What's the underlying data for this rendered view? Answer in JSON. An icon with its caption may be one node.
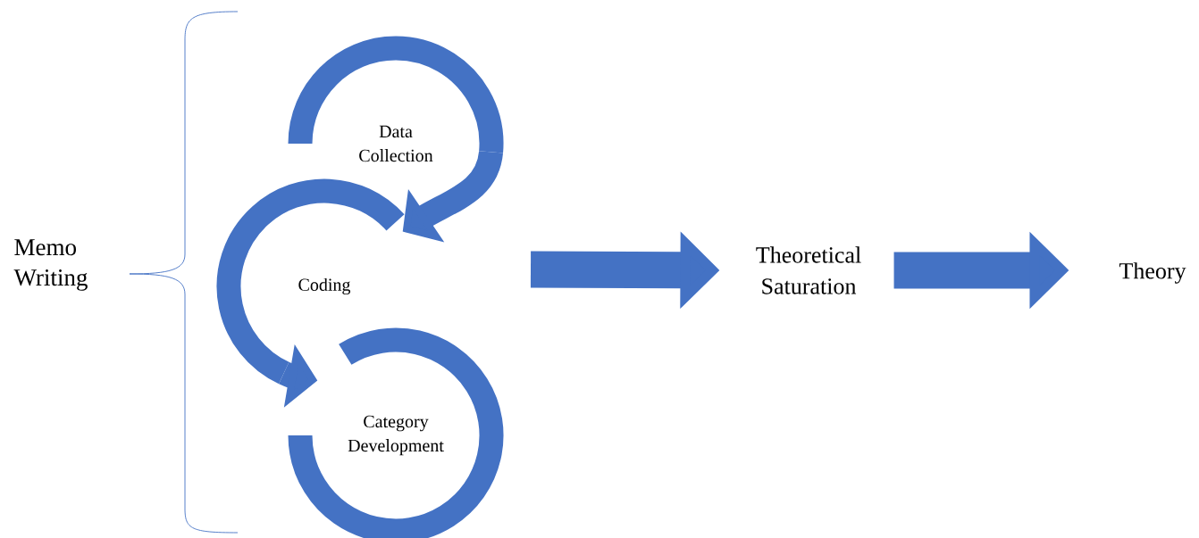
{
  "diagram": {
    "nodes": [
      {
        "text": [
          "Data Collection"
        ]
      },
      {
        "text": [
          "Coding"
        ]
      },
      {
        "text": [
          "Category Development"
        ]
      },
      {
        "text": [
          "Theoretical Saturation"
        ]
      },
      {
        "text": [
          "Theory"
        ]
      }
    ],
    "edges": [
      {
        "from": 0,
        "to": 1,
        "arrow": "to"
      },
      {
        "from": 1,
        "to": 2,
        "arrow": "to"
      },
      {
        "from": null,
        "to": 3,
        "arrow": "to"
      },
      {
        "from": 3,
        "to": 4,
        "arrow": "to"
      }
    ],
    "labels": [
      "Memo Writing"
    ]
  }
}
